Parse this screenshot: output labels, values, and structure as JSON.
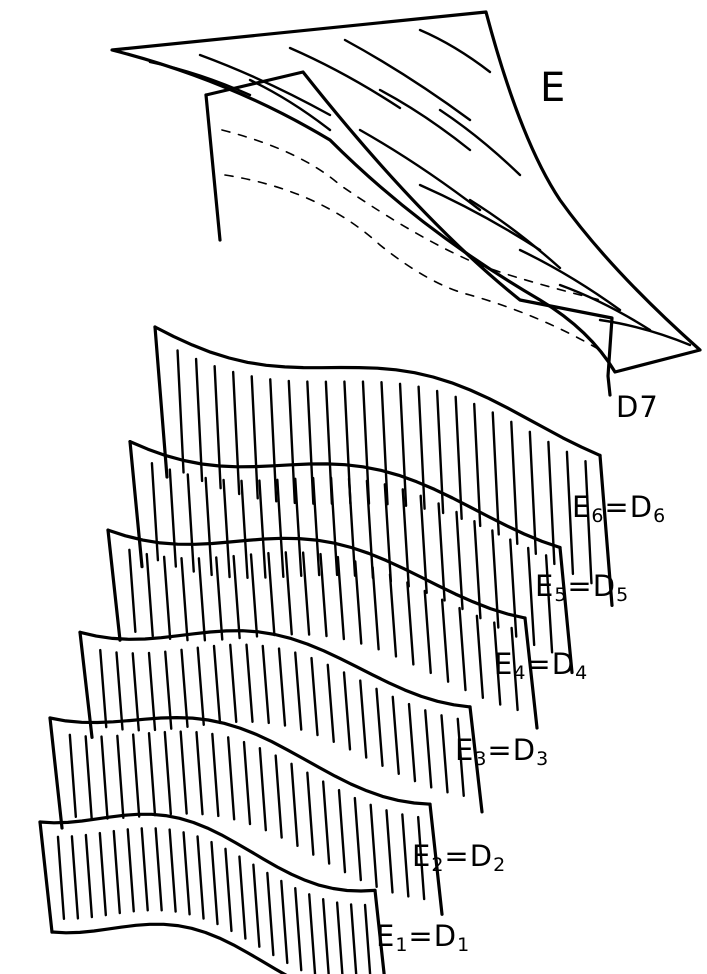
{
  "labels": {
    "surface": "E",
    "top": "D7",
    "layers": [
      {
        "e": "E",
        "es": "6",
        "d": "D",
        "ds": "6"
      },
      {
        "e": "E",
        "es": "5",
        "d": "D",
        "ds": "5"
      },
      {
        "e": "E",
        "es": "4",
        "d": "D",
        "ds": "4"
      },
      {
        "e": "E",
        "es": "3",
        "d": "D",
        "ds": "3"
      },
      {
        "e": "E",
        "es": "2",
        "d": "D",
        "ds": "2"
      },
      {
        "e": "E",
        "es": "1",
        "d": "D",
        "ds": "1"
      }
    ]
  }
}
